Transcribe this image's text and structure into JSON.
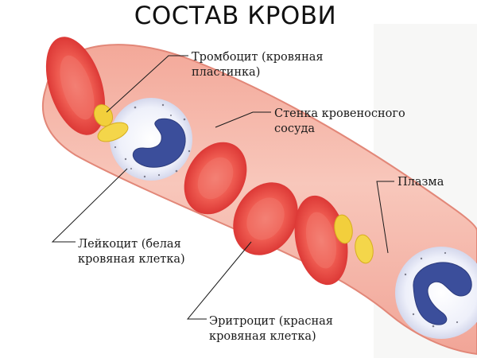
{
  "title": "СОСТАВ КРОВИ",
  "labels": {
    "platelet": {
      "line1": "Тромбоцит (кровяная",
      "line2": "пластинка)"
    },
    "wall": {
      "line1": "Стенка кровеносного",
      "line2": "сосуда"
    },
    "plasma": {
      "line1": "Плазма"
    },
    "leukocyte": {
      "line1": "Лейкоцит (белая",
      "line2": "кровяная клетка)"
    },
    "erythrocyte": {
      "line1": "Эритроцит (красная",
      "line2": "кровяная клетка)"
    }
  },
  "colors": {
    "vessel": "#f6b9ac",
    "vessel_edge": "#e58f83",
    "erythrocyte": "#e8423f",
    "erythrocyte_center": "#f37469",
    "platelet": "#f2cf3c",
    "leukocyte_cytoplasm": "#f4f4fb",
    "leukocyte_nucleus": "#3c4f9c"
  }
}
